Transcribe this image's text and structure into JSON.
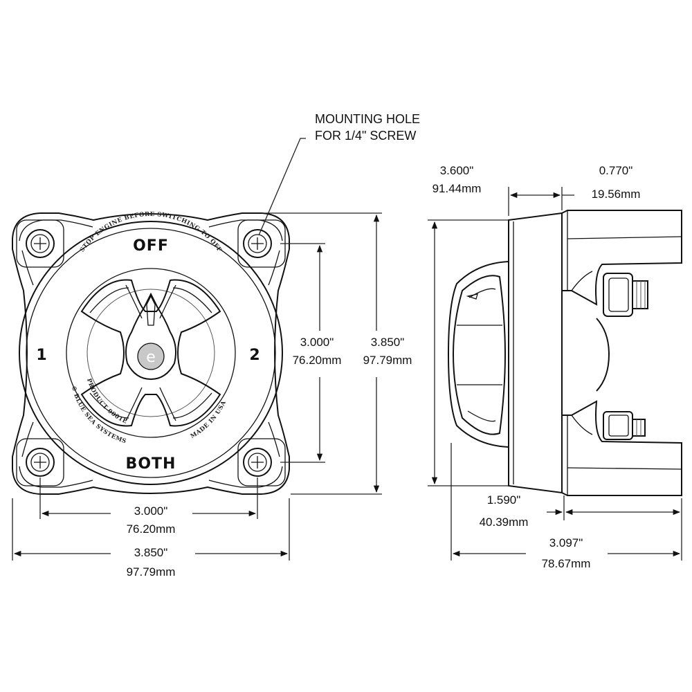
{
  "callout": {
    "line1": "MOUNTING HOLE",
    "line2": "FOR 1/4\" SCREW"
  },
  "switch_face": {
    "top": "OFF",
    "bottom": "BOTH",
    "left": "1",
    "right": "2",
    "arc_top": "STOP ENGINE BEFORE SWITCHING TO OFF",
    "arc_left": "© BLUE SEA SYSTEMS",
    "arc_left2": "PRODUCT 9001E",
    "arc_right": "MADE IN USA",
    "logo": "e"
  },
  "front_dims": {
    "hole_vertical_in": "3.000\"",
    "hole_vertical_mm": "76.20mm",
    "overall_vertical_in": "3.850\"",
    "overall_vertical_mm": "97.79mm",
    "hole_horizontal_in": "3.000\"",
    "hole_horizontal_mm": "76.20mm",
    "overall_horizontal_in": "3.850\"",
    "overall_horizontal_mm": "97.79mm"
  },
  "side_dims": {
    "height_in": "3.600\"",
    "height_mm": "91.44mm",
    "rear_depth_in": "0.770\"",
    "rear_depth_mm": "19.56mm",
    "front_depth_in": "1.590\"",
    "front_depth_mm": "40.39mm",
    "total_depth_in": "3.097\"",
    "total_depth_mm": "78.67mm"
  }
}
